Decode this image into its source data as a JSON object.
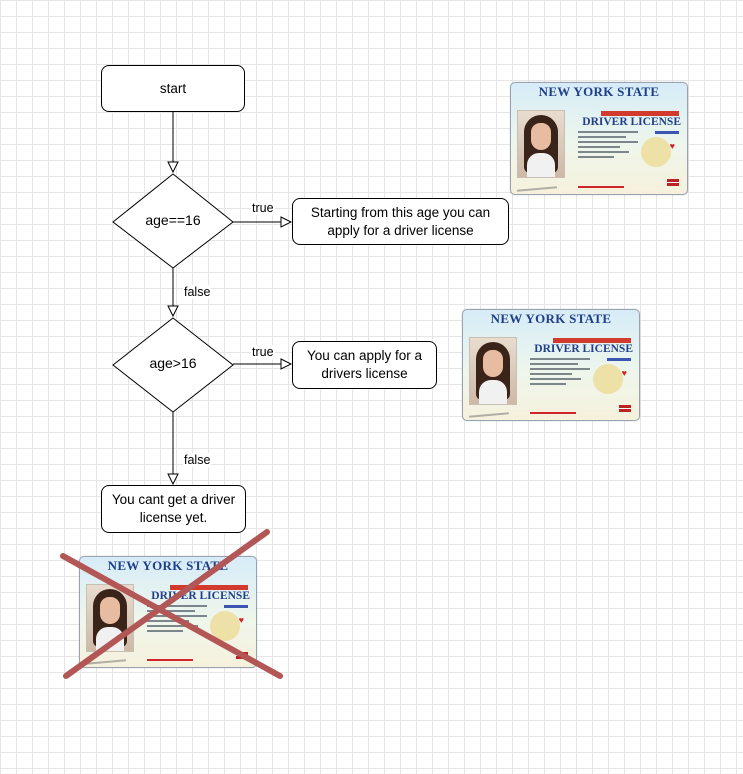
{
  "flowchart": {
    "start": "start",
    "decision1": "age==16",
    "decision2": "age>16",
    "result1": "Starting from this age you can apply for a driver license",
    "result2": "You can apply for a drivers license",
    "result3": "You cant get a driver license yet.",
    "true_label": "true",
    "false_label": "false"
  },
  "license_card": {
    "state": "NEW YORK STATE",
    "title": "DRIVER LICENSE"
  },
  "colors": {
    "stroke": "#000000",
    "cross": "#b35656",
    "card_title": "#1f3f8a",
    "card_band": "#d23a2e",
    "grid": "#e6e6e6"
  },
  "icons": [
    "license-card-image",
    "cross-mark-icon"
  ]
}
